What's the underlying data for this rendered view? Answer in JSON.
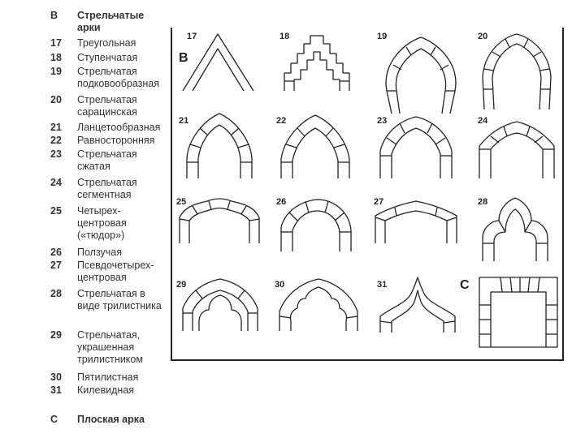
{
  "legend": {
    "header_letter": "B",
    "header_title": "Стрельчатые арки",
    "items": [
      {
        "num": "17",
        "label": "Треугольная"
      },
      {
        "num": "18",
        "label": "Ступенчатая"
      },
      {
        "num": "19",
        "label": "Стрельчатая подковообразная"
      },
      {
        "num": "20",
        "label": "Стрельчатая сарацинская"
      },
      {
        "num": "21",
        "label": "Ланцетообразная"
      },
      {
        "num": "22",
        "label": "Равносторонняя"
      },
      {
        "num": "23",
        "label": "Стрельчатая сжатая"
      },
      {
        "num": "24",
        "label": "Стрельчатая сегментная"
      },
      {
        "num": "25",
        "label": "Четырех-центровая («тюдор»)"
      },
      {
        "num": "26",
        "label": "Ползучая"
      },
      {
        "num": "27",
        "label": "Псевдочетырех-центровая"
      },
      {
        "num": "28",
        "label": "Стрельчатая в виде трилистника"
      },
      {
        "num": "29",
        "label": "Стрельчатая, украшенная трилистником"
      },
      {
        "num": "30",
        "label": "Пятилистная"
      },
      {
        "num": "31",
        "label": "Килевидная"
      }
    ],
    "footer_letter": "C",
    "footer_title": "Плоская арка"
  },
  "board": {
    "section_letter": "B",
    "flat_letter": "C",
    "figures": [
      {
        "num": "17",
        "type": "triangular"
      },
      {
        "num": "18",
        "type": "stepped"
      },
      {
        "num": "19",
        "type": "horseshoe"
      },
      {
        "num": "20",
        "type": "saracen"
      },
      {
        "num": "21",
        "type": "lancet"
      },
      {
        "num": "22",
        "type": "equilateral"
      },
      {
        "num": "23",
        "type": "depressed"
      },
      {
        "num": "24",
        "type": "segmental"
      },
      {
        "num": "25",
        "type": "tudor"
      },
      {
        "num": "26",
        "type": "rampant"
      },
      {
        "num": "27",
        "type": "pseudo-tudor"
      },
      {
        "num": "28",
        "type": "trefoil"
      },
      {
        "num": "29",
        "type": "trefoil-decorated"
      },
      {
        "num": "30",
        "type": "cinquefoil"
      },
      {
        "num": "31",
        "type": "ogee"
      },
      {
        "num": "",
        "type": "flat"
      }
    ]
  }
}
